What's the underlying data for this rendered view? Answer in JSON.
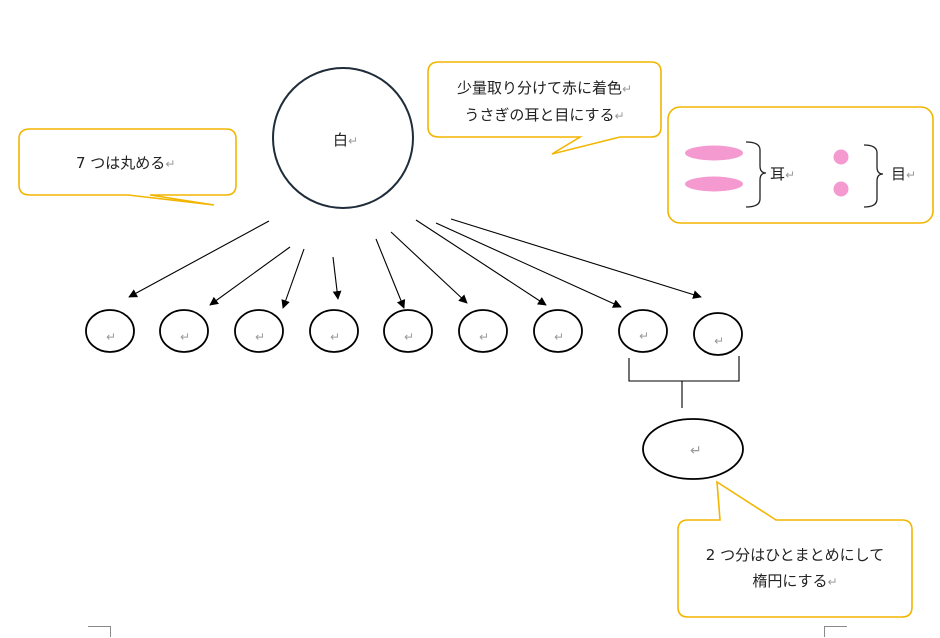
{
  "diagram": {
    "main_circle_label": "白",
    "callout_left": "7 つは丸める",
    "callout_top": [
      "少量取り分けて赤に着色",
      "うさぎの耳と目にする"
    ],
    "legend": {
      "ear_label": "耳",
      "eye_label": "目"
    },
    "callout_bottom": [
      "2 つ分はひとまとめにして",
      "楕円にする"
    ],
    "paragraph_mark": "↵",
    "small_ball_count": 9,
    "colors": {
      "callout_border": "#f2b600",
      "pink": "#f59ad0",
      "stroke": "#000000",
      "main_circle_stroke": "#1f2d3a"
    }
  }
}
